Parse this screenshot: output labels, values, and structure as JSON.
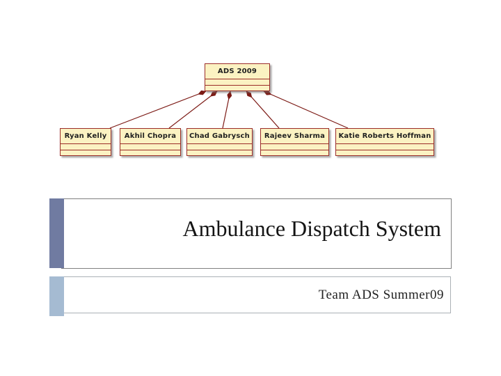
{
  "slide": {
    "title": "Ambulance Dispatch System",
    "subtitle": "Team ADS Summer09"
  },
  "org_chart": {
    "root": {
      "label": "ADS 2009"
    },
    "members": [
      {
        "name": "Ryan Kelly"
      },
      {
        "name": "Akhil Chopra"
      },
      {
        "name": "Chad Gabrysch"
      },
      {
        "name": "Rajeev Sharma"
      },
      {
        "name": "Katie Roberts Hoffman"
      }
    ],
    "relationship": "composition"
  },
  "colors": {
    "box_fill": "#FBF2C2",
    "box_border": "#9B2C28",
    "connector": "#7C1A15",
    "diamond": "#7C1A15",
    "title_accent_bar": "#707BA1",
    "subtitle_accent_bar": "#A5BBD2",
    "title_box_border": "#7f7f7f",
    "subtitle_box_border": "#aab0b5"
  }
}
